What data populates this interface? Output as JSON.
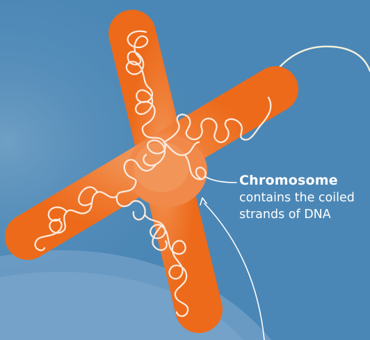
{
  "label": {
    "title": "Chromosome",
    "description_line1": "contains the coiled",
    "description_line2": "strands of DNA"
  },
  "colors": {
    "background": "#4b87b6",
    "chromosome": "#ee6a1c",
    "dna_strand": "#fce9dc",
    "pointer_line": "#f4f1dc",
    "annotation_text": "#ffffff"
  }
}
